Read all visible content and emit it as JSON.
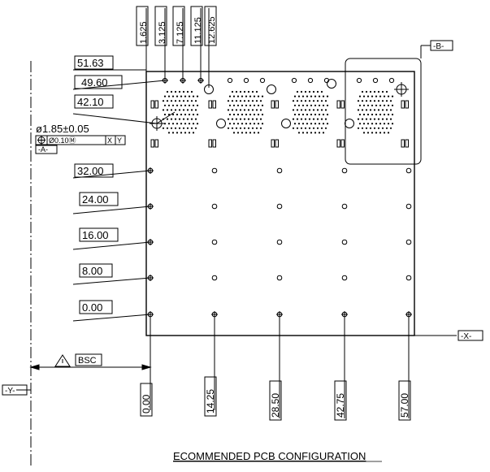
{
  "top_dims": [
    "1.625",
    "3.125",
    "7.125",
    "11.125",
    "12.625"
  ],
  "left_dims": [
    "51.63",
    "49.60",
    "42.10"
  ],
  "y_dims": [
    "32.00",
    "24.00",
    "16.00",
    "8.00",
    "0.00"
  ],
  "x_dims": [
    "0.00",
    "14.25",
    "28.50",
    "42.75",
    "57.00"
  ],
  "hole_callout": {
    "diameter": "ø1.85±0.05",
    "fcf_tolerance": "Ø0.10Ⓜ",
    "fcf_ref_1": "X",
    "fcf_ref_2": "Y"
  },
  "datums": {
    "a": "-A-",
    "b": "-B-",
    "x": "-X-",
    "y": "-Y-"
  },
  "bsc_label": "BSC",
  "caption": "ECOMMENDED  PCB  CONFIGURATION"
}
